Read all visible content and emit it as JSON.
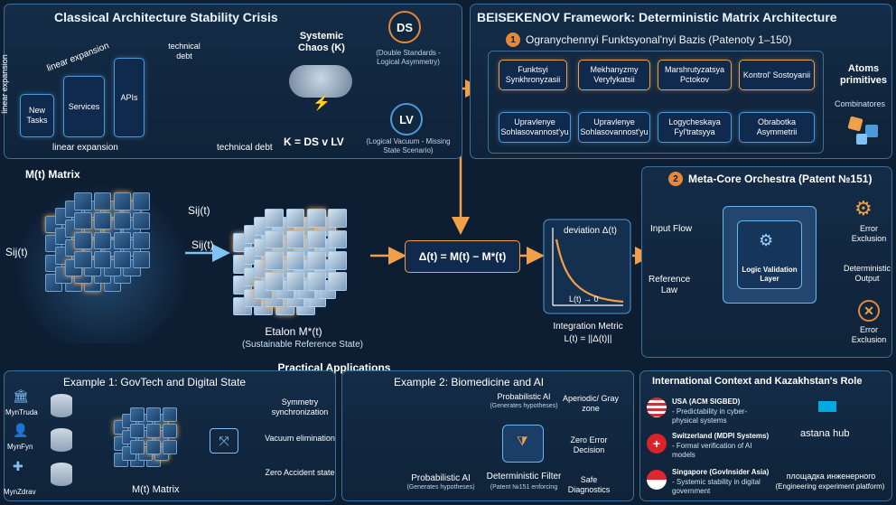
{
  "crisis": {
    "title": "Classical Architecture Stability Crisis",
    "y_axis": "linear expansion",
    "diag_label": "linear expansion",
    "x_axis": "linear expansion",
    "bars": [
      "New Tasks",
      "Services",
      "APIs"
    ],
    "debt_top": "technical debt",
    "debt_bottom": "technical debt",
    "chaos_title": "Systemic Chaos (K)",
    "formula": "K = DS v LV",
    "ds_label": "DS",
    "ds_desc": "(Double Standards - Logical Asymmetry)",
    "lv_label": "LV",
    "lv_desc": "(Logical Vacuum - Missing State Scenario)"
  },
  "framework": {
    "title": "BEISEKENOV Framework: Deterministic Matrix Architecture",
    "basis_num": "1",
    "basis_title": "Ogranychennyi Funktsyonal'nyi Bazis (Patenoty 1–150)",
    "functions": [
      "Funktsyi Synkhronyzasii",
      "Mekhanyzmy Veryfykatsii",
      "Marshrutyzatsya Pctokov",
      "Kontrol' Sostoyanii",
      "Upravlenye Sohlasovannost'yu",
      "Upravlenye Sohlasovannost'yu",
      "Logycheskaya Fyl'tratsyya",
      "Obrabotka Asymmetrii"
    ],
    "atoms_title": "Atoms primitives",
    "atoms_sub": "Combinatores"
  },
  "matrix": {
    "title": "M(t) Matrix",
    "sij_label": "Sij(t)",
    "etalon_title": "Etalon M*(t)",
    "etalon_sub": "(Sustainable Reference State)",
    "delta_formula": "Δ(t) = M(t) − M*(t)"
  },
  "deviation": {
    "title": "deviation Δ(t)",
    "limit": "L(t) → 0",
    "metric_title": "Integration Metric",
    "metric_formula": "L(t) = ||Δ(t)||"
  },
  "orchestra": {
    "num": "2",
    "title": "Meta-Core Orchestra (Patent №151)",
    "input": "Input Flow",
    "reference": "Reference Law",
    "core": "Logic Validation Layer",
    "error_top": "Error Exclusion",
    "output": "Deterministic Output",
    "error_bottom": "Error Exclusion"
  },
  "applications": {
    "title": "Practical Applications",
    "ex1_title": "Example 1: GovTech and Digital State",
    "ministries": [
      "MynTruda",
      "MynFyn",
      "MynZdrav"
    ],
    "ex1_matrix": "M(t) Matrix",
    "ex1_outputs": [
      "Symmetry synchronization",
      "Vacuum elimination",
      "Zero Accident state"
    ],
    "ex2_title": "Example 2: Biomedicine and AI",
    "prob_ai_top": "Probabilistic AI",
    "prob_ai_top_sub": "(Generates hypotheses)",
    "prob_ai_bottom": "Probabilistic AI",
    "prob_ai_bottom_sub": "(Generates hypotheses)",
    "det_filter": "Deterministic Filter",
    "det_filter_sub": "(Patent №151 enforcing",
    "aperiodic": "Aperiodic/ Gray zone",
    "zero_error": "Zero Error Decision",
    "safe": "Safe Diagnostics"
  },
  "international": {
    "title": "International Context and Kazakhstan's Role",
    "items": [
      {
        "name": "USA (ACM SIGBED)",
        "desc": "- Predictability in cyber-physical systems"
      },
      {
        "name": "Switzerland (MDPI Systems)",
        "desc": "- Formal verification of AI models"
      },
      {
        "name": "Singapore (GovInsider Asia)",
        "desc": "- Systemic stability in digital government"
      }
    ],
    "hub": "astana hub",
    "platform_ru": "площадка инженерного",
    "platform_en": "(Engineering experiment platform)"
  },
  "colors": {
    "accent": "#f0a04a",
    "blue": "#4c9ad8",
    "bg": "#0d1e33"
  }
}
